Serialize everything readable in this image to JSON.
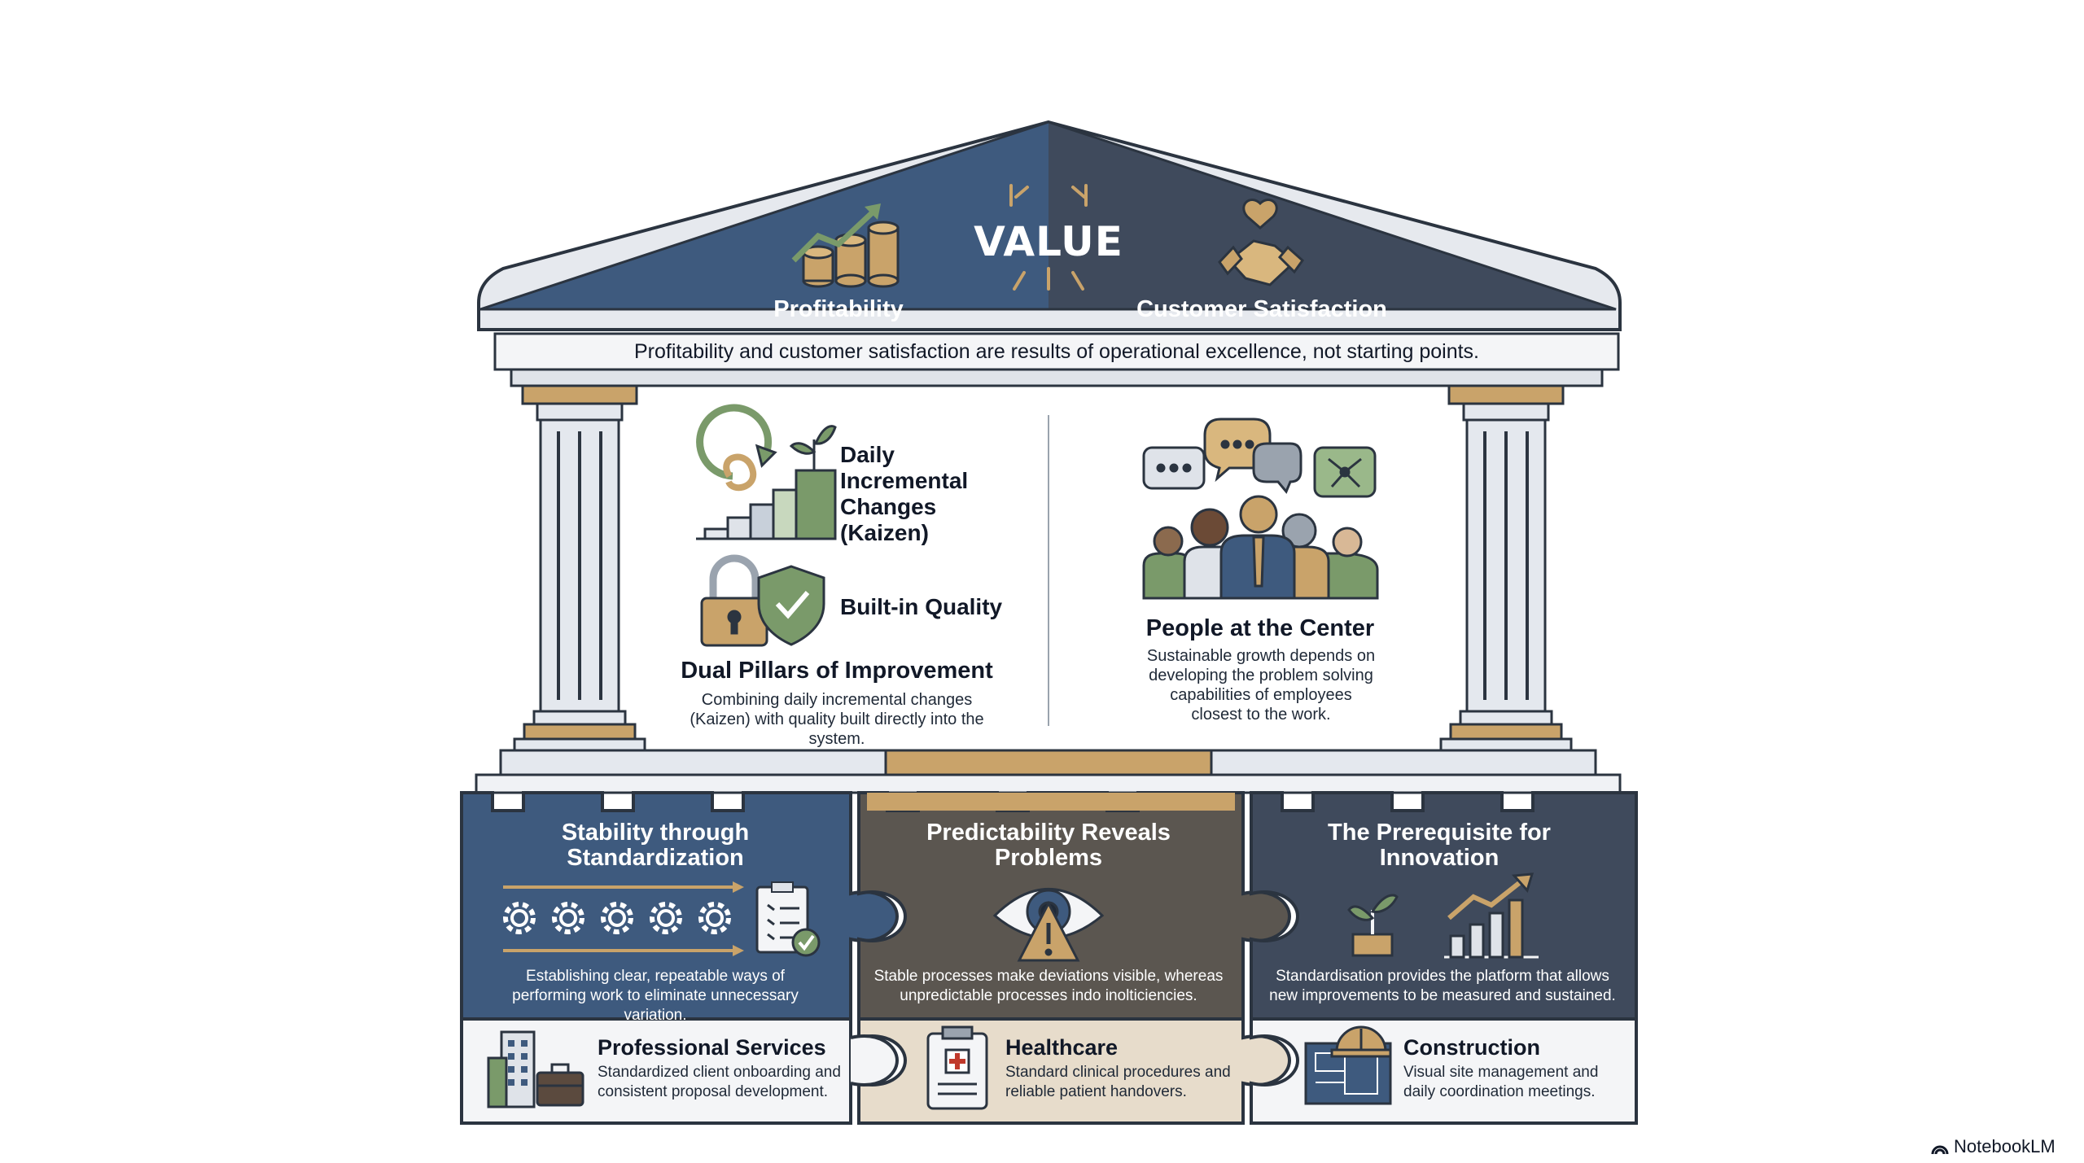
{
  "roof": {
    "title": "VALUE",
    "left_label": "Profitability",
    "right_label": "Customer Satisfaction",
    "caption": "Profitability and customer satisfaction are results of operational excellence, not starting points."
  },
  "center_left": {
    "item1": "Daily Incremental Changes (Kaizen)",
    "item2": "Built-in Quality",
    "title": "Dual Pillars of Improvement",
    "desc": "Combining daily incremental changes (Kaizen) with quality built directly into the system."
  },
  "center_right": {
    "title": "People at the Center",
    "desc": "Sustainable growth depends on developing the problem solving capabilities of employees closest to the work."
  },
  "foundation": [
    {
      "title": "Stability through Standardization",
      "desc": "Establishing clear, repeatable ways of performing work to eliminate unnecessary variation.",
      "industry": "Professional Services",
      "industry_desc": "Standardized client onboarding and consistent proposal development."
    },
    {
      "title": "Predictability Reveals Problems",
      "desc": "Stable processes make deviations visible, whereas unpredictable processes indo inolticiencies.",
      "industry": "Healthcare",
      "industry_desc": "Standard clinical procedures and reliable patient handovers."
    },
    {
      "title": "The Prerequisite for Innovation",
      "desc": "Standardisation provides the platform that allows new improvements to be measured and sustained.",
      "industry": "Construction",
      "industry_desc": "Visual site management and daily coordination meetings."
    }
  ],
  "brand": "NotebookLM",
  "colors": {
    "navy": "#3e5a7e",
    "slate": "#3f4a5c",
    "taupe": "#5b5650",
    "gold": "#c9a36a",
    "green": "#7a9a6a",
    "marble": "#e4e8ee"
  }
}
